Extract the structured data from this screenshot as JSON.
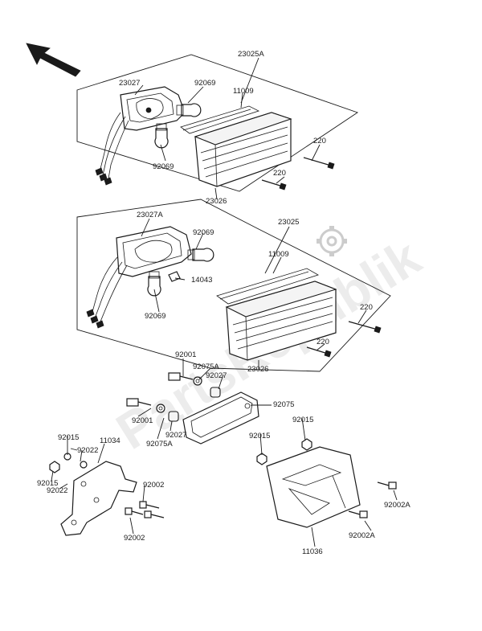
{
  "diagram": {
    "watermark": "PartsRepublik",
    "callouts": {
      "c23025A": "23025A",
      "c23027": "23027",
      "c92069_a": "92069",
      "c11009_a": "11009",
      "c220_a": "220",
      "c92069_b": "92069",
      "c220_b": "220",
      "c23026_a": "23026",
      "c23027A": "23027A",
      "c23025": "23025",
      "c92069_c": "92069",
      "c11009_b": "11009",
      "c14043": "14043",
      "c92069_d": "92069",
      "c220_c": "220",
      "c220_d": "220",
      "c23026_b": "23026",
      "c92001_a": "92001",
      "c92075A_a": "92075A",
      "c92027_a": "92027",
      "c92075": "92075",
      "c92001_b": "92001",
      "c92027_b": "92027",
      "c92075A_b": "92075A",
      "c92015_a": "92015",
      "c92015_b": "92015",
      "c92015_c": "92015",
      "c11034": "11034",
      "c92022_a": "92022",
      "c92015_d": "92015",
      "c92022_b": "92022",
      "c92002_a": "92002",
      "c92002_b": "92002",
      "c92002A_a": "92002A",
      "c92002A_b": "92002A",
      "c11036": "11036"
    }
  }
}
